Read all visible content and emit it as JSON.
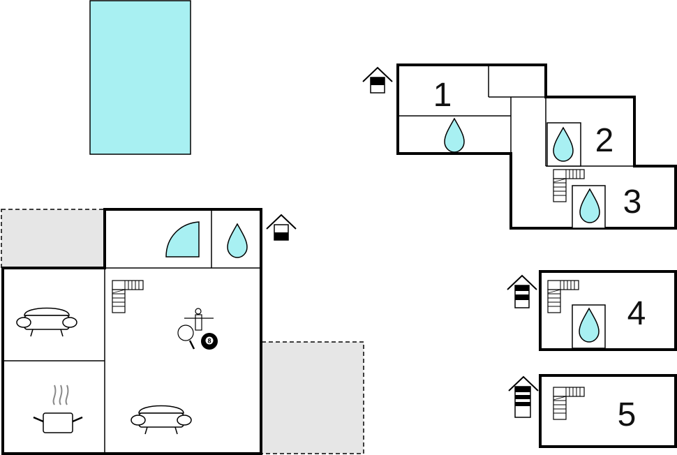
{
  "colors": {
    "water": "#a8f0f2",
    "terrace": "#e6e6e6",
    "wall": "#000000"
  },
  "rooms": {
    "r1": "1",
    "r2": "2",
    "r3": "3",
    "r4": "4",
    "r5": "5"
  },
  "floors": [
    "ground-floor",
    "upper-floor"
  ],
  "icons": {
    "floor_marker": "house-floor-icon",
    "bath": "water-drop-icon",
    "stairs": "stairs-icon",
    "sofa": "sofa-icon",
    "kitchen": "cooking-pot-icon",
    "games": "table-football-billiard-icon",
    "shower": "shower-icon"
  },
  "billiard_ball": "8"
}
